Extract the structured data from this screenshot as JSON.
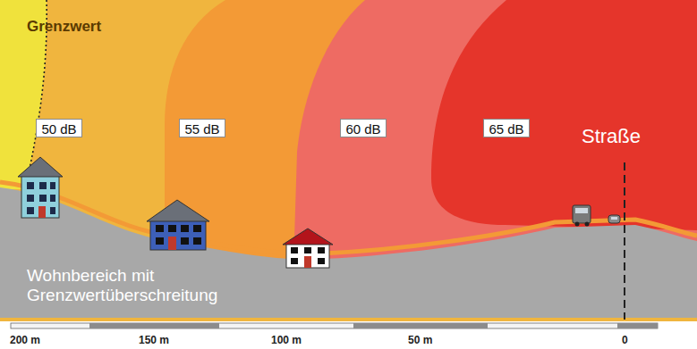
{
  "diagram": {
    "nodes": [
      {
        "text": [
          "50 dB"
        ]
      },
      {
        "text": [
          "55 dB"
        ]
      },
      {
        "text": [
          "60 dB"
        ]
      },
      {
        "text": [
          "65 dB"
        ]
      }
    ],
    "labels": [
      "Grenzwert",
      "Straße",
      "Wohnbereich mit Grenzwertüberschreitung",
      "200 m",
      "150 m",
      "100 m",
      "50 m",
      "0"
    ]
  }
}
